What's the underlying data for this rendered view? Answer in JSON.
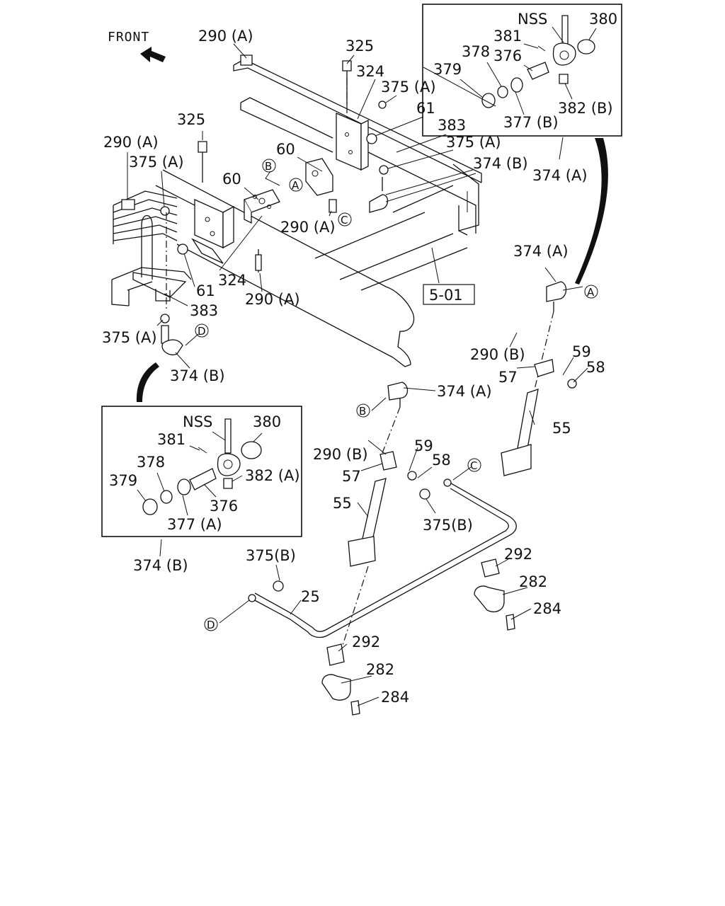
{
  "orientation": {
    "label": "FRONT"
  },
  "reference": {
    "label": "5-01"
  },
  "connectors": {
    "a": "A",
    "b": "B",
    "c": "C",
    "d": "D"
  },
  "labels": {
    "l290a_1": "290 (A)",
    "l325_1": "325",
    "l324_1": "324",
    "l375a_1": "375 (A)",
    "l61_1": "61",
    "l383_1": "383",
    "l375a_2": "375 (A)",
    "l374b_1": "374 (B)",
    "l60_1": "60",
    "l290a_2": "290 (A)",
    "l290a_3": "290 (A)",
    "l325_2": "325",
    "l375a_3": "375 (A)",
    "l60_2": "60",
    "l61_2": "61",
    "l324_2": "324",
    "l290a_4": "290 (A)",
    "l383_2": "383",
    "l375a_4": "375 (A)",
    "l374b_2": "374 (B)",
    "l374a_1": "374 (A)",
    "l290b_1": "290 (B)",
    "l59_1": "59",
    "l58_1": "58",
    "l57_1": "57",
    "l55_1": "55",
    "l374a_2": "374 (A)",
    "l290b_2": "290 (B)",
    "l59_2": "59",
    "l58_2": "58",
    "l57_2": "57",
    "l55_2": "55",
    "l375b_1": "375(B)",
    "l292_1": "292",
    "l282_1": "282",
    "l284_1": "284",
    "l375b_2": "375(B)",
    "l25": "25",
    "l292_2": "292",
    "l282_2": "282",
    "l284_2": "284",
    "l374b_3": "374 (B)"
  },
  "detail_top": {
    "nss": "NSS",
    "p380": "380",
    "p381": "381",
    "p378": "378",
    "p376": "376",
    "p379": "379",
    "p382": "382 (B)",
    "p377": "377 (B)",
    "caption": "374 (A)"
  },
  "detail_bottom": {
    "nss": "NSS",
    "p380": "380",
    "p381": "381",
    "p378": "378",
    "p379": "379",
    "p382": "382 (A)",
    "p376": "376",
    "p377": "377 (A)",
    "caption": "374 (B)"
  }
}
